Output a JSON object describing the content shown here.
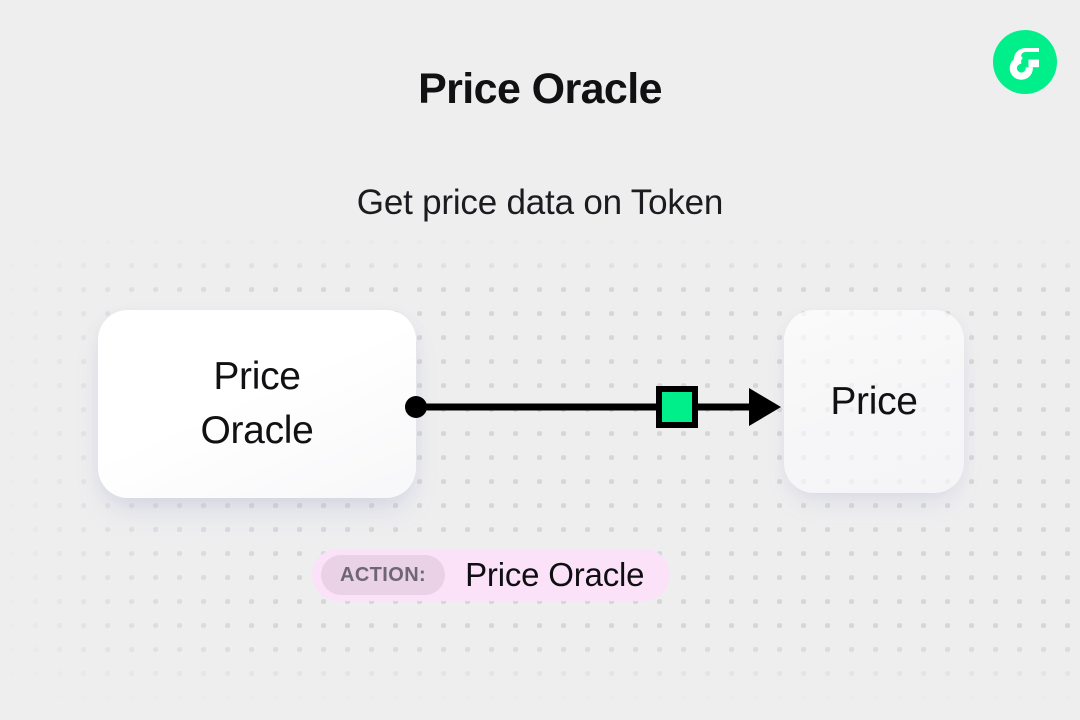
{
  "header": {
    "title": "Price Oracle",
    "subtitle": "Get price data on Token"
  },
  "brand": {
    "logo_name": "flow-logo-icon",
    "logo_bg_color": "#00ef8b",
    "logo_mark_color": "#ffffff"
  },
  "diagram": {
    "source_node": {
      "label": "Price\nOracle",
      "bg_color": "#ffffff"
    },
    "target_node": {
      "label": "Price",
      "bg_color": "#fbfbfd"
    },
    "connector": {
      "start_dot_color": "#000000",
      "line_color": "#000000",
      "arrow_color": "#000000",
      "midpoint_marker_color": "#00ef8b",
      "midpoint_marker_border_color": "#000000"
    }
  },
  "action_badge": {
    "chip_label": "ACTION:",
    "value": "Price Oracle",
    "background_color": "#fbe2f8",
    "chip_background_color": "#e9d2e6",
    "chip_text_color": "#6f6675"
  },
  "background": {
    "page_color": "#eeeeef",
    "dot_color": "#d7d7da"
  }
}
